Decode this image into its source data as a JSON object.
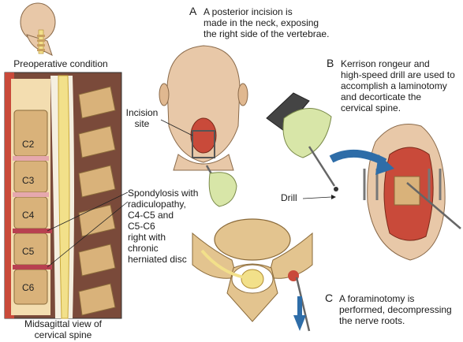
{
  "captions": {
    "preoperative": "Preoperative condition",
    "midsagittal_line1": "Midsagittal view of",
    "midsagittal_line2": "cervical spine"
  },
  "vertebrae_labels": [
    "C2",
    "C3",
    "C4",
    "C5",
    "C6"
  ],
  "diagnosis_lines": [
    "Spondylosis with",
    "radiculopathy,",
    "C4-C5 and",
    "C5-C6",
    "right with",
    "chronic",
    "herniated disc"
  ],
  "step_a": {
    "letter": "A",
    "lines": [
      "A posterior incision is",
      "made in the neck, exposing",
      "the right side of the vertebrae."
    ]
  },
  "step_b": {
    "letter": "B",
    "lines": [
      "Kerrison rongeur and",
      "high-speed drill are used to",
      "accomplish a laminotomy",
      "and decorticate the",
      "cervical spine."
    ]
  },
  "step_c": {
    "letter": "C",
    "lines": [
      "A foraminotomy is",
      "performed, decompressing",
      "the nerve roots."
    ]
  },
  "labels": {
    "incision_line1": "Incision",
    "incision_line2": "site",
    "drill": "Drill"
  },
  "colors": {
    "bone": "#e3c48f",
    "disc": "#e6a8ad",
    "cord": "#f2e08a",
    "tissue": "#c94a3a",
    "skin": "#e8c8a8",
    "arrow": "#2e6da8"
  }
}
